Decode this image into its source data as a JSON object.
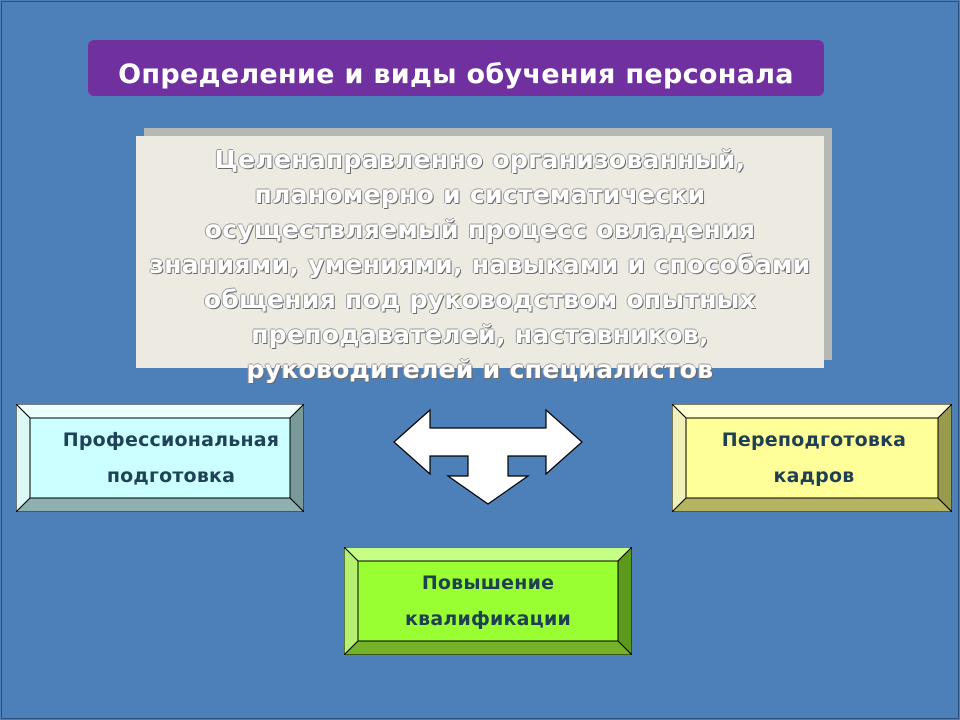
{
  "slide": {
    "title": "Определение и виды обучения персонала",
    "definition": "Целенаправленно организованный, планомерно и систематически осуществляемый процесс овладения знаниями, умениями, навыками и способами общения под руководством опытных преподавателей, наставников, руководителей и специалистов"
  },
  "boxes": [
    {
      "label": "Профессиональная подготовка",
      "color": "#ccffff"
    },
    {
      "label": "Переподготовка кадров",
      "color": "#ffff99"
    },
    {
      "label": "Повышение квалификации",
      "color": "#99ff33"
    }
  ],
  "colors": {
    "background": "#4d7fb8",
    "title_bar": "#7030a0",
    "definition_box": "#edebe1"
  }
}
